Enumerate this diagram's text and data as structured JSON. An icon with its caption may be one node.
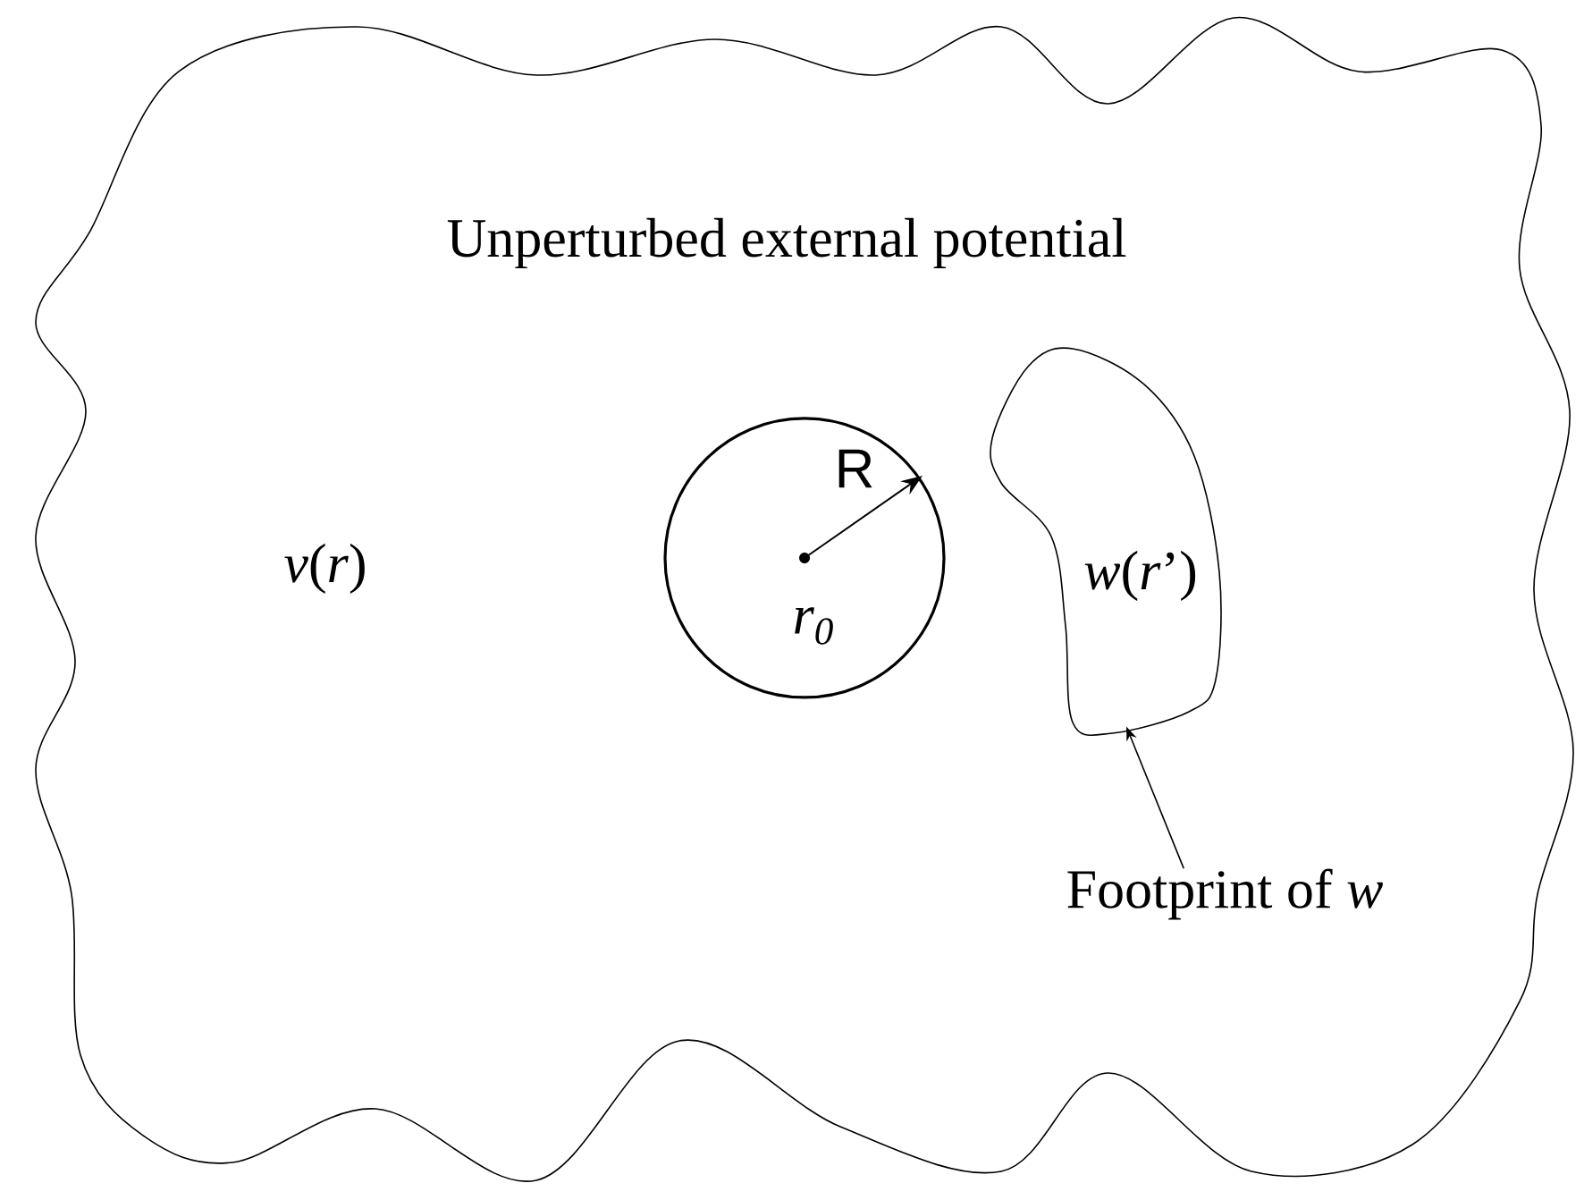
{
  "diagram": {
    "nodes": [
      {
        "text": [
          "Unperturbed external potential",
          "*v*(*r*)"
        ]
      },
      {
        "text": [
          "R",
          "r$_{0}$"
        ],
        "in": 0
      },
      {
        "text": [
          "*w*(*r*’)"
        ],
        "in": 0
      },
      {
        "text": [
          "Footprint of *w*"
        ],
        "in": 0
      }
    ],
    "edges": [
      {
        "from": 3,
        "to": 2,
        "arrow": "to"
      }
    ]
  }
}
